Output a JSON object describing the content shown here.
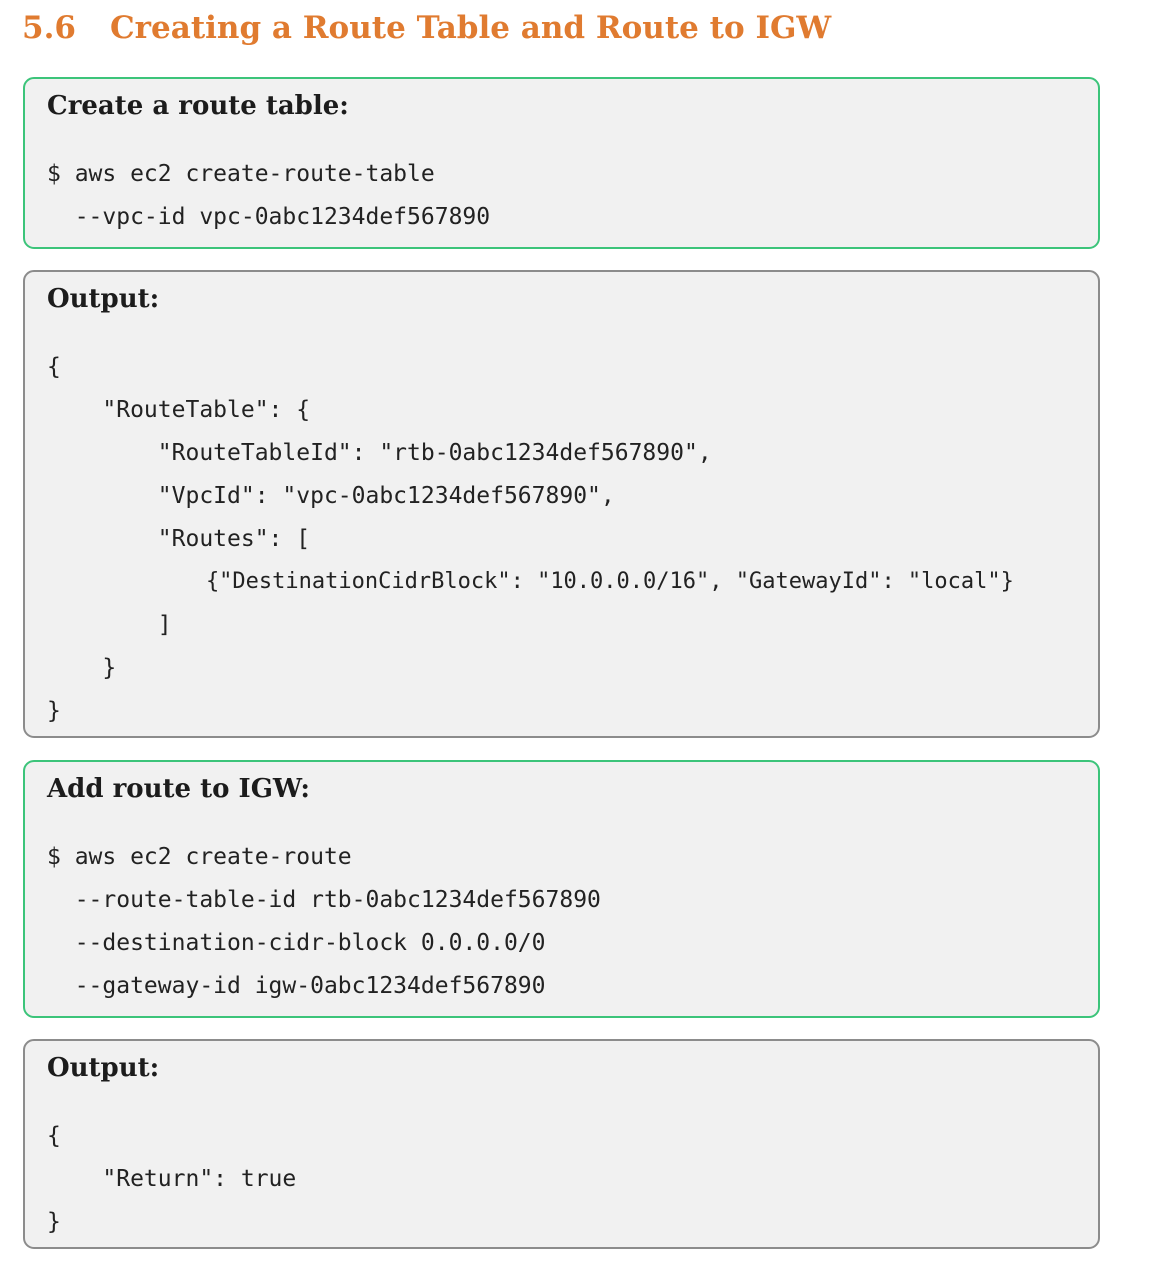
{
  "section": {
    "number": "5.6",
    "title": "Creating a Route Table and Route to IGW"
  },
  "blocks": [
    {
      "title": "Create a route table:",
      "lines": [
        "$ aws ec2 create-route-table",
        "  --vpc-id vpc-0abc1234def567890"
      ]
    },
    {
      "title": "Output:",
      "lines": [
        "{",
        "    \"RouteTable\": {",
        "        \"RouteTableId\": \"rtb-0abc1234def567890\",",
        "        \"VpcId\": \"vpc-0abc1234def567890\",",
        "        \"Routes\": [",
        "            {\"DestinationCidrBlock\": \"10.0.0.0/16\", \"GatewayId\": \"local\"}",
        "        ]",
        "    }",
        "}"
      ]
    },
    {
      "title": "Add route to IGW:",
      "lines": [
        "$ aws ec2 create-route",
        "  --route-table-id rtb-0abc1234def567890",
        "  --destination-cidr-block 0.0.0.0/0",
        "  --gateway-id igw-0abc1234def567890"
      ]
    },
    {
      "title": "Output:",
      "lines": [
        "{",
        "    \"Return\": true",
        "}"
      ]
    }
  ],
  "colors": {
    "heading": "#e07b30",
    "command_border": "#3cc47a",
    "output_border": "#8c8c8c",
    "box_background": "#f1f1f1"
  }
}
